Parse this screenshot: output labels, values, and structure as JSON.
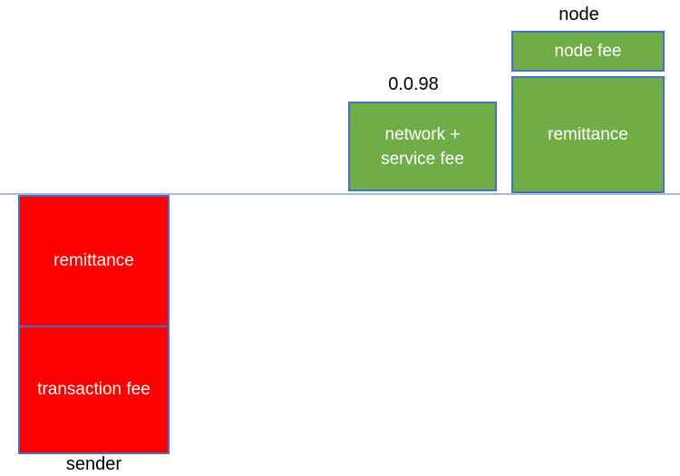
{
  "colors": {
    "red_fill": "#ff0000",
    "green_fill": "#70ad47",
    "box_border": "#4472c4",
    "baseline_line": "#a7badd",
    "box_text": "#ffffff",
    "caption_text": "#000000"
  },
  "sender_column": {
    "caption": "sender",
    "segments": [
      {
        "label": "remittance"
      },
      {
        "label": "transaction fee"
      }
    ]
  },
  "fee_account_column": {
    "caption": "0.0.98",
    "segments": [
      {
        "label": "network +\nservice fee"
      }
    ]
  },
  "node_column": {
    "caption": "node",
    "segments": [
      {
        "label": "node fee"
      },
      {
        "label": "remittance"
      }
    ]
  }
}
